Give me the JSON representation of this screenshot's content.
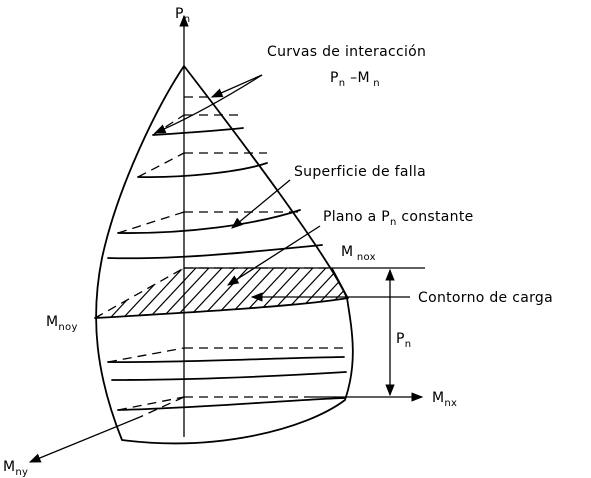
{
  "axes": {
    "pn_axis": {
      "main": "P",
      "sub": "n"
    },
    "mnx_axis": {
      "main": "M",
      "sub": "nx"
    },
    "mny_axis": {
      "main": "M",
      "sub": "ny"
    }
  },
  "labels": {
    "interaction_curves_line1": "Curvas de interacción",
    "interaction_curves_line2_main1": "P",
    "interaction_curves_line2_sub1": "n",
    "interaction_curves_line2_mid": " –M",
    "interaction_curves_line2_sub2": " n",
    "failure_surface": "Superficie de falla",
    "constant_plane_pre": "Plano a P",
    "constant_plane_sub": "n",
    "constant_plane_post": " constante",
    "load_contour": "Contorno de carga",
    "mnox_main": "M",
    "mnox_sub": " nox",
    "mnoy_main": "M",
    "mnoy_sub": "noy",
    "pn_dim_main": "P",
    "pn_dim_sub": "n"
  }
}
